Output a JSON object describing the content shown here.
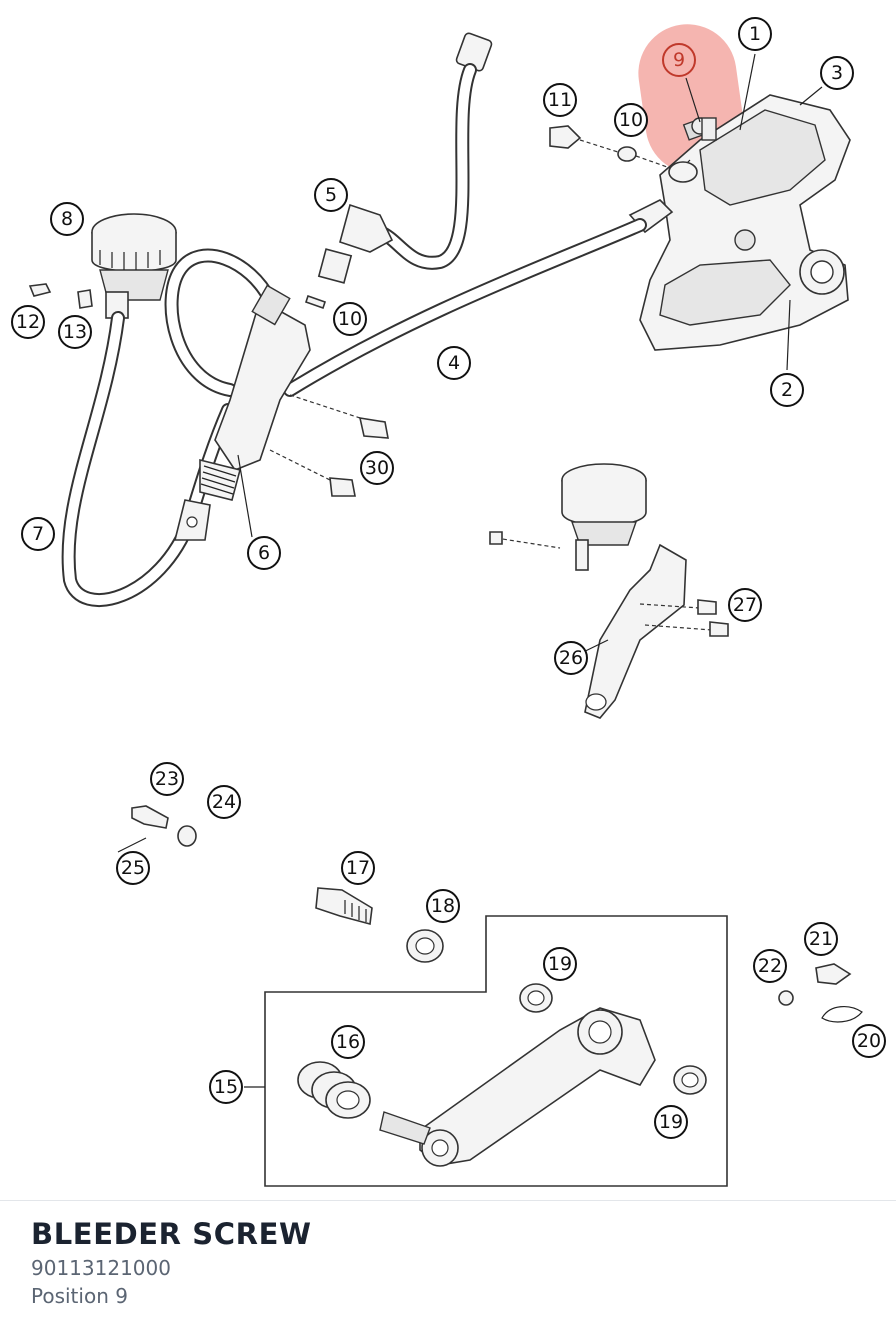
{
  "part": {
    "name": "BLEEDER SCREW",
    "number": "90113121000",
    "position_label": "Position 9"
  },
  "callouts": [
    {
      "label": "1"
    },
    {
      "label": "3"
    },
    {
      "label": "9"
    },
    {
      "label": "11"
    },
    {
      "label": "10"
    },
    {
      "label": "8"
    },
    {
      "label": "5"
    },
    {
      "label": "12"
    },
    {
      "label": "13"
    },
    {
      "label": "10"
    },
    {
      "label": "4"
    },
    {
      "label": "2"
    },
    {
      "label": "30"
    },
    {
      "label": "7"
    },
    {
      "label": "6"
    },
    {
      "label": "27"
    },
    {
      "label": "26"
    },
    {
      "label": "23"
    },
    {
      "label": "24"
    },
    {
      "label": "25"
    },
    {
      "label": "17"
    },
    {
      "label": "18"
    },
    {
      "label": "21"
    },
    {
      "label": "22"
    },
    {
      "label": "19"
    },
    {
      "label": "16"
    },
    {
      "label": "20"
    },
    {
      "label": "15"
    },
    {
      "label": "19"
    }
  ],
  "highlight_color": "#e85a4f"
}
